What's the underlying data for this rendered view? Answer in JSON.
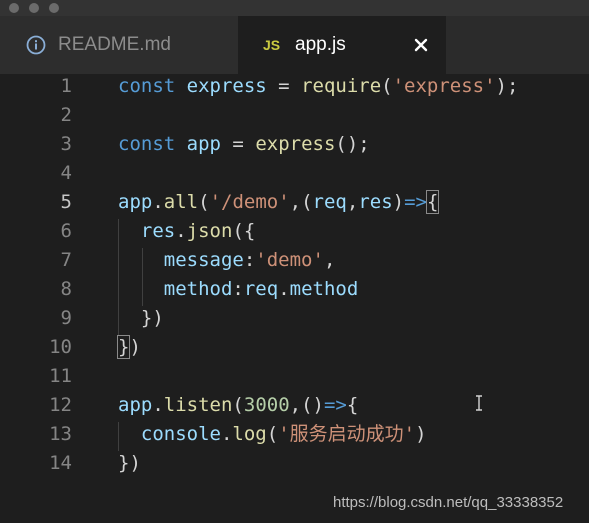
{
  "tabs": [
    {
      "label": "README.md",
      "icon": "info-icon",
      "active": false
    },
    {
      "label": "app.js",
      "icon_text": "JS",
      "active": true,
      "close_icon": "close-icon"
    }
  ],
  "editor": {
    "active_line": 5,
    "lines": [
      {
        "n": "1",
        "tokens": [
          [
            "kw",
            "const"
          ],
          [
            "plain",
            " "
          ],
          [
            "var",
            "express"
          ],
          [
            "plain",
            " = "
          ],
          [
            "fn",
            "require"
          ],
          [
            "plain",
            "("
          ],
          [
            "str",
            "'express'"
          ],
          [
            "plain",
            ");"
          ]
        ]
      },
      {
        "n": "2",
        "tokens": []
      },
      {
        "n": "3",
        "tokens": [
          [
            "kw",
            "const"
          ],
          [
            "plain",
            " "
          ],
          [
            "var",
            "app"
          ],
          [
            "plain",
            " = "
          ],
          [
            "fn",
            "express"
          ],
          [
            "plain",
            "();"
          ]
        ]
      },
      {
        "n": "4",
        "tokens": []
      },
      {
        "n": "5",
        "tokens": [
          [
            "var",
            "app"
          ],
          [
            "plain",
            "."
          ],
          [
            "fn",
            "all"
          ],
          [
            "plain",
            "("
          ],
          [
            "str",
            "'/demo'"
          ],
          [
            "plain",
            ",("
          ],
          [
            "var",
            "req"
          ],
          [
            "plain",
            ","
          ],
          [
            "var",
            "res"
          ],
          [
            "plain",
            ")"
          ],
          [
            "kw",
            "=>"
          ],
          [
            "box",
            "{"
          ]
        ]
      },
      {
        "n": "6",
        "tokens": [
          [
            "plain",
            "  "
          ],
          [
            "var",
            "res"
          ],
          [
            "plain",
            "."
          ],
          [
            "fn",
            "json"
          ],
          [
            "plain",
            "({"
          ]
        ]
      },
      {
        "n": "7",
        "tokens": [
          [
            "plain",
            "    "
          ],
          [
            "var",
            "message"
          ],
          [
            "plain",
            ":"
          ],
          [
            "str",
            "'demo'"
          ],
          [
            "plain",
            ","
          ]
        ]
      },
      {
        "n": "8",
        "tokens": [
          [
            "plain",
            "    "
          ],
          [
            "var",
            "method"
          ],
          [
            "plain",
            ":"
          ],
          [
            "var",
            "req"
          ],
          [
            "plain",
            "."
          ],
          [
            "var",
            "method"
          ]
        ]
      },
      {
        "n": "9",
        "tokens": [
          [
            "plain",
            "  })"
          ]
        ]
      },
      {
        "n": "10",
        "tokens": [
          [
            "box",
            "}"
          ],
          [
            "plain",
            ")"
          ]
        ]
      },
      {
        "n": "11",
        "tokens": []
      },
      {
        "n": "12",
        "tokens": [
          [
            "var",
            "app"
          ],
          [
            "plain",
            "."
          ],
          [
            "fn",
            "listen"
          ],
          [
            "plain",
            "("
          ],
          [
            "num",
            "3000"
          ],
          [
            "plain",
            ",()"
          ],
          [
            "kw",
            "=>"
          ],
          [
            "plain",
            "{"
          ]
        ]
      },
      {
        "n": "13",
        "tokens": [
          [
            "plain",
            "  "
          ],
          [
            "var",
            "console"
          ],
          [
            "plain",
            "."
          ],
          [
            "fn",
            "log"
          ],
          [
            "plain",
            "("
          ],
          [
            "str",
            "'服务启动成功'"
          ],
          [
            "plain",
            ")"
          ]
        ]
      },
      {
        "n": "14",
        "tokens": [
          [
            "plain",
            "})"
          ]
        ]
      }
    ]
  },
  "watermark": "https://blog.csdn.net/qq_33338352",
  "colors": {
    "editor_bg": "#1e1e1e",
    "keyword": "#569cd6",
    "variable": "#9cdcfe",
    "string": "#ce9178",
    "number": "#b5cea8",
    "function": "#dcdcaa",
    "js_icon": "#cbcb41"
  }
}
